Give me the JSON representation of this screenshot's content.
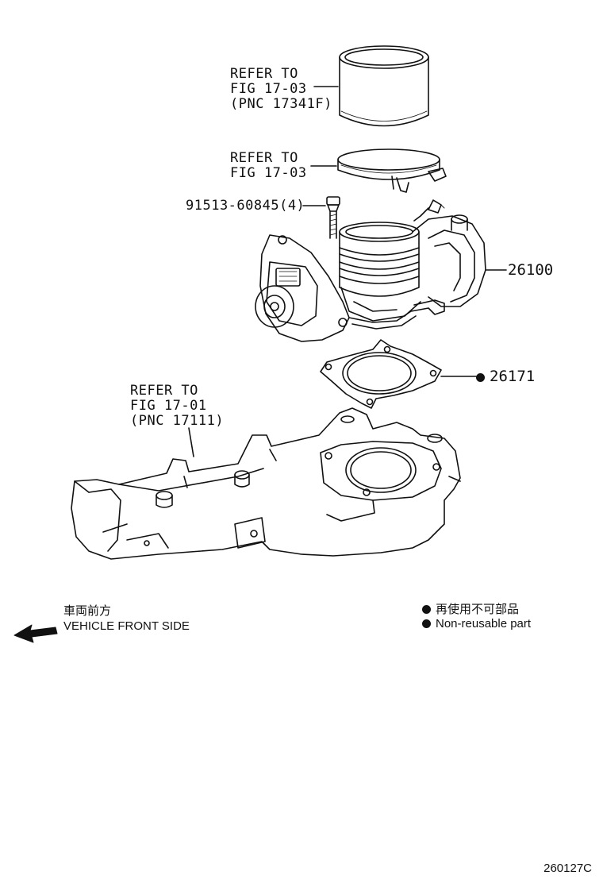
{
  "callouts": {
    "sleeve": {
      "line1": "REFER TO",
      "line2": "FIG 17-03",
      "line3": "(PNC 17341F)"
    },
    "clamp": {
      "line1": "REFER TO",
      "line2": "FIG 17-03"
    },
    "bolt": {
      "text": "91513-60845(4)"
    },
    "manifold": {
      "line1": "REFER TO",
      "line2": "FIG 17-01",
      "line3": "(PNC 17111)"
    }
  },
  "parts": {
    "throttle_body": "26100",
    "gasket": "26171"
  },
  "legend": {
    "direction_jp": "車両前方",
    "direction_en": "VEHICLE FRONT SIDE",
    "nonreusable_jp": "再使用不可部品",
    "nonreusable_en": "Non-reusable part"
  },
  "drawing_code": "260127C",
  "colors": {
    "ink": "#111111",
    "background": "#ffffff"
  }
}
